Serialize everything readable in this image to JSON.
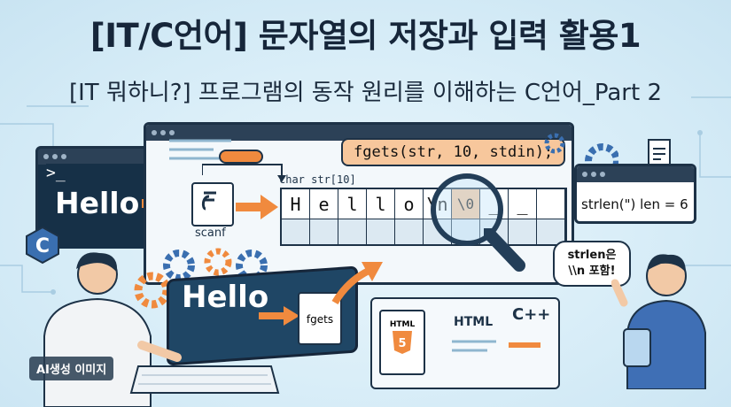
{
  "title": "[IT/C언어] 문자열의 저장과 입력 활용1",
  "subtitle": "[IT 뭐하니?] 프로그램의 동작 원리를 이해하는 C언어_Part 2",
  "terminal": {
    "prompt": ">_",
    "text": "Hello"
  },
  "scanf_label": "scanf",
  "fgets_call": "fgets(str, 10, stdin);",
  "array_label": "char str[10]",
  "array_cells": [
    "H",
    "e",
    "l",
    "l",
    "o",
    "\\n",
    "\\0",
    "_",
    "_",
    ""
  ],
  "strlen_text": "strlen(\") len = 6",
  "bubble": {
    "line1": "strlen은",
    "line2": "\\\\n 포함!"
  },
  "hello_screen": "Hello",
  "fgets_doc_label": "fgets",
  "html_badge_label": "HTML",
  "html_label": "HTML",
  "cpp_label": "C++",
  "ai_badge": "AI생성 이미지",
  "colors": {
    "accent_orange": "#f08a3e",
    "navy": "#1d3247",
    "highlight": "#f6c59a"
  }
}
